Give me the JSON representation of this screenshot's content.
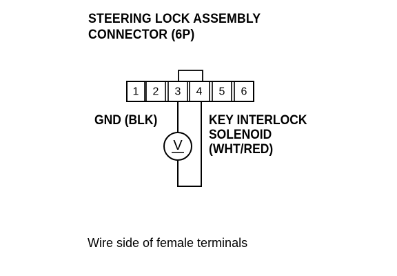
{
  "title": {
    "line1": "STEERING LOCK ASSEMBLY",
    "line2": "CONNECTOR (6P)"
  },
  "connector": {
    "pins": [
      "1",
      "2",
      "3",
      "4",
      "5",
      "6"
    ]
  },
  "labels": {
    "gnd": "GND (BLK)",
    "solenoid_line1": "KEY INTERLOCK",
    "solenoid_line2": "SOLENOID",
    "solenoid_line3": "(WHT/RED)"
  },
  "meter": {
    "symbol": "V",
    "icon": "voltmeter-icon"
  },
  "caption": "Wire side of female terminals",
  "colors": {
    "ink": "#000000",
    "background": "#ffffff"
  }
}
